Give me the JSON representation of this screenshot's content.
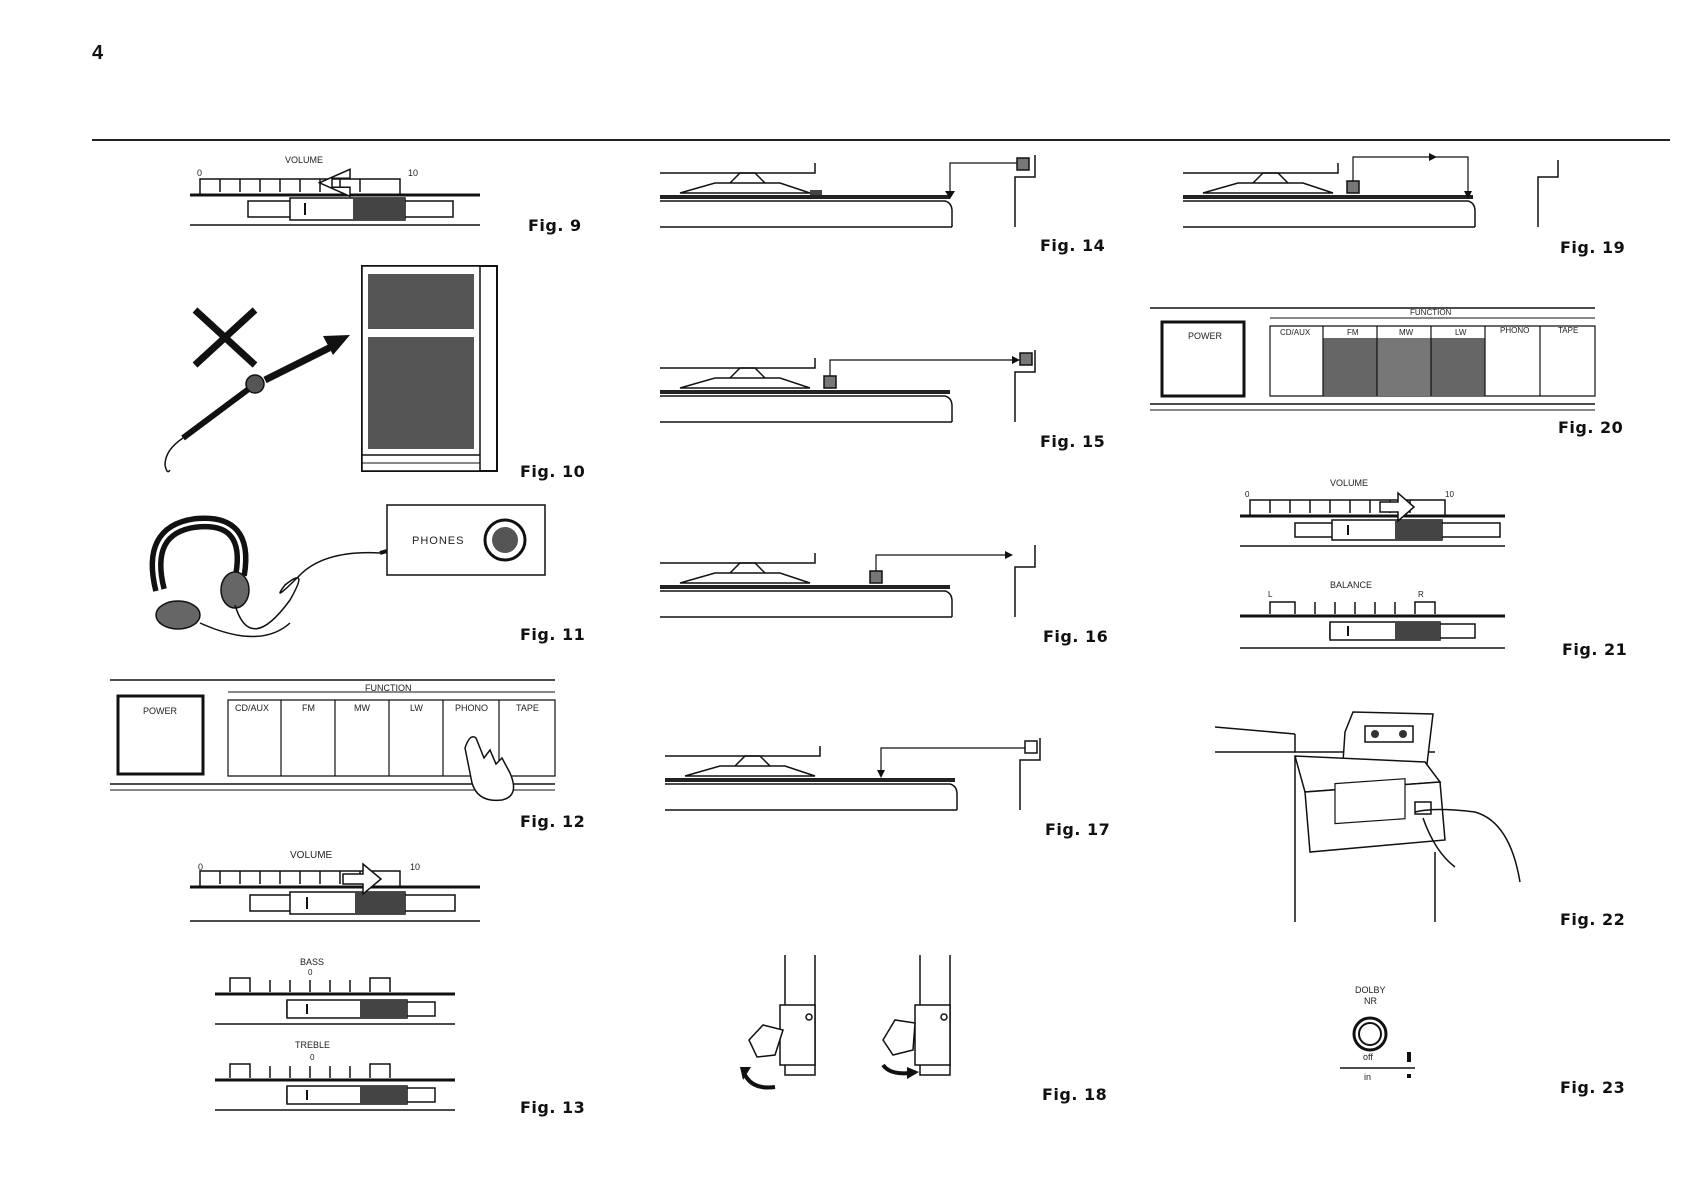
{
  "page_number": "4",
  "captions": {
    "fig9": "Fig. 9",
    "fig10": "Fig. 10",
    "fig11": "Fig. 11",
    "fig12": "Fig. 12",
    "fig13": "Fig. 13",
    "fig14": "Fig. 14",
    "fig15": "Fig. 15",
    "fig16": "Fig. 16",
    "fig17": "Fig. 17",
    "fig18": "Fig. 18",
    "fig19": "Fig. 19",
    "fig20": "Fig. 20",
    "fig21": "Fig. 21",
    "fig22": "Fig. 22",
    "fig23": "Fig. 23"
  },
  "labels": {
    "volume": "VOLUME",
    "scale_min": "0",
    "scale_max": "10",
    "bass": "BASS",
    "treble": "TREBLE",
    "center": "0",
    "balance": "BALANCE",
    "bal_left": "L",
    "bal_right": "R",
    "phones": "PHONES",
    "power": "POWER",
    "function": "FUNCTION",
    "cd_aux": "CD/AUX",
    "fm": "FM",
    "mw": "MW",
    "lw": "LW",
    "phono": "PHONO",
    "tape": "TAPE",
    "dolby": "DOLBY",
    "nr": "NR",
    "off": "off",
    "in": "in"
  }
}
